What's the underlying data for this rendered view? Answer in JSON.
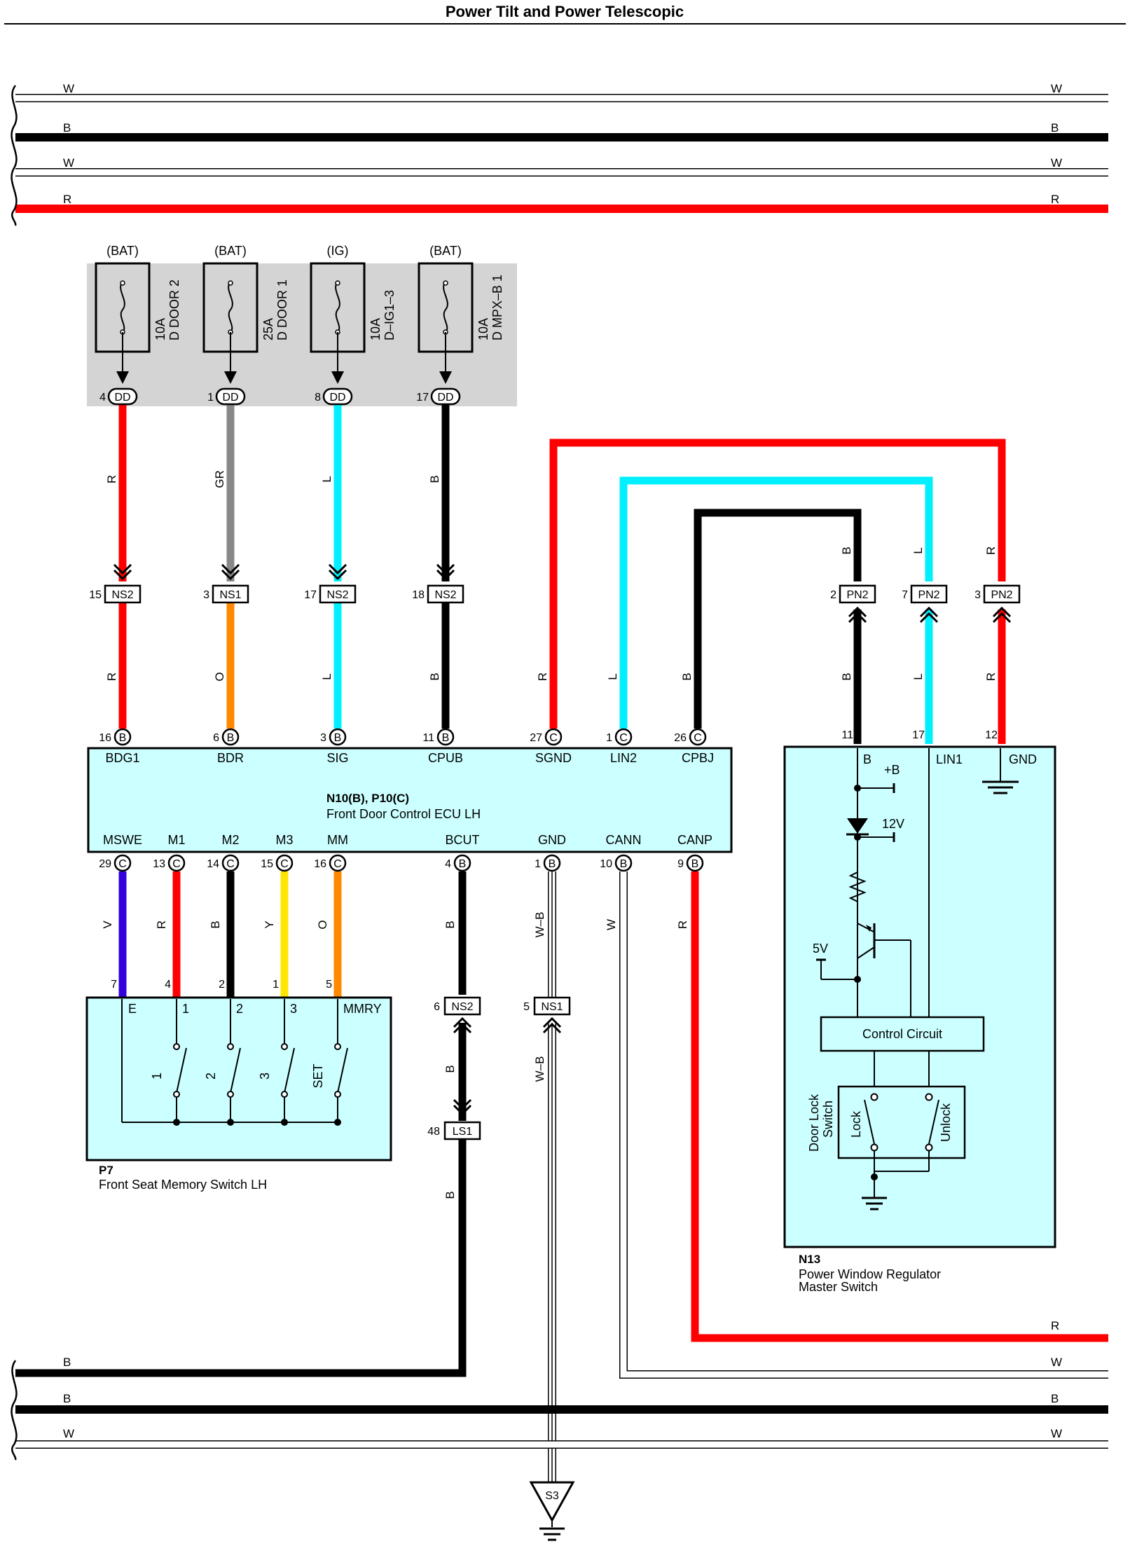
{
  "title": "Power Tilt and Power Telescopic",
  "colors": {
    "R": "#ff0000",
    "B": "#000000",
    "L": "#00f0ff",
    "GR": "#888888",
    "O": "#ff8800",
    "V": "#3300dd",
    "Y": "#ffe600",
    "W": "#ffffff",
    "panel": "#ccffff",
    "fuse_box": "#d4d4d4"
  },
  "buses": {
    "top": [
      "W",
      "B",
      "W",
      "R"
    ],
    "bottom": [
      "B",
      "B",
      "W"
    ],
    "bottom_right_extra": [
      "R",
      "W"
    ]
  },
  "fuses": [
    {
      "supply": "(BAT)",
      "rating": "10A",
      "name": "D DOOR 2",
      "pin": "4",
      "conn": "DD",
      "wire_top": "R",
      "ns_pin": "15",
      "ns": "NS2",
      "wire_bottom": "R"
    },
    {
      "supply": "(BAT)",
      "rating": "25A",
      "name": "D DOOR 1",
      "pin": "1",
      "conn": "DD",
      "wire_top": "GR",
      "ns_pin": "3",
      "ns": "NS1",
      "wire_bottom": "O"
    },
    {
      "supply": "(IG)",
      "rating": "10A",
      "name": "D–IG1–3",
      "pin": "8",
      "conn": "DD",
      "wire_top": "L",
      "ns_pin": "17",
      "ns": "NS2",
      "wire_bottom": "L"
    },
    {
      "supply": "(BAT)",
      "rating": "10A",
      "name": "D MPX–B 1",
      "pin": "17",
      "conn": "DD",
      "wire_top": "B",
      "ns_pin": "18",
      "ns": "NS2",
      "wire_bottom": "B"
    }
  ],
  "ecu": {
    "id": "N10(B), P10(C)",
    "name": "Front Door Control ECU LH",
    "top_terminals": [
      {
        "pin": "16",
        "conn": "B",
        "label": "BDG1"
      },
      {
        "pin": "6",
        "conn": "B",
        "label": "BDR"
      },
      {
        "pin": "3",
        "conn": "B",
        "label": "SIG"
      },
      {
        "pin": "11",
        "conn": "B",
        "label": "CPUB"
      },
      {
        "pin": "27",
        "conn": "C",
        "label": "SGND",
        "wire": "R"
      },
      {
        "pin": "1",
        "conn": "C",
        "label": "LIN2",
        "wire": "L"
      },
      {
        "pin": "26",
        "conn": "C",
        "label": "CPBJ",
        "wire": "B"
      }
    ],
    "bottom_terminals": [
      {
        "pin": "29",
        "conn": "C",
        "label": "MSWE",
        "wire": "V"
      },
      {
        "pin": "13",
        "conn": "C",
        "label": "M1",
        "wire": "R"
      },
      {
        "pin": "14",
        "conn": "C",
        "label": "M2",
        "wire": "B"
      },
      {
        "pin": "15",
        "conn": "C",
        "label": "M3",
        "wire": "Y"
      },
      {
        "pin": "16",
        "conn": "C",
        "label": "MM",
        "wire": "O"
      },
      {
        "pin": "4",
        "conn": "B",
        "label": "BCUT",
        "wire": "B"
      },
      {
        "pin": "1",
        "conn": "B",
        "label": "GND",
        "wire": "W–B"
      },
      {
        "pin": "10",
        "conn": "B",
        "label": "CANN",
        "wire": "W"
      },
      {
        "pin": "9",
        "conn": "B",
        "label": "CANP",
        "wire": "R"
      }
    ]
  },
  "pn2": [
    {
      "pin": "2",
      "conn": "PN2",
      "wire_top": "B",
      "wire_bottom": "B"
    },
    {
      "pin": "7",
      "conn": "PN2",
      "wire_top": "L",
      "wire_bottom": "L"
    },
    {
      "pin": "3",
      "conn": "PN2",
      "wire_top": "R",
      "wire_bottom": "R"
    }
  ],
  "bcut_path": {
    "ns_pin": "6",
    "ns": "NS2",
    "wire_mid": "B",
    "ls_pin": "48",
    "ls": "LS1",
    "wire_low": "B"
  },
  "gnd_path": {
    "ns_pin": "5",
    "ns": "NS1",
    "wire_low": "W–B",
    "splice": "S3"
  },
  "memory_switch": {
    "id": "P7",
    "name": "Front Seat Memory Switch LH",
    "terminals": [
      {
        "pin": "7",
        "label": "E"
      },
      {
        "pin": "4",
        "label": "1"
      },
      {
        "pin": "2",
        "label": "2"
      },
      {
        "pin": "1",
        "label": "3"
      },
      {
        "pin": "5",
        "label": "MMRY"
      }
    ],
    "switches": [
      "1",
      "2",
      "3",
      "SET"
    ]
  },
  "master_switch": {
    "id": "N13",
    "name_line1": "Power Window Regulator",
    "name_line2": "Master Switch",
    "terminals": [
      {
        "pin": "11",
        "label": "B"
      },
      {
        "pin": "17",
        "label": "LIN1"
      },
      {
        "pin": "12",
        "label": "GND"
      }
    ],
    "plus_b": "+B",
    "v12": "12V",
    "v5": "5V",
    "control": "Control Circuit",
    "door_lock_line1": "Door Lock",
    "door_lock_line2": "Switch",
    "lock": "Lock",
    "unlock": "Unlock"
  }
}
